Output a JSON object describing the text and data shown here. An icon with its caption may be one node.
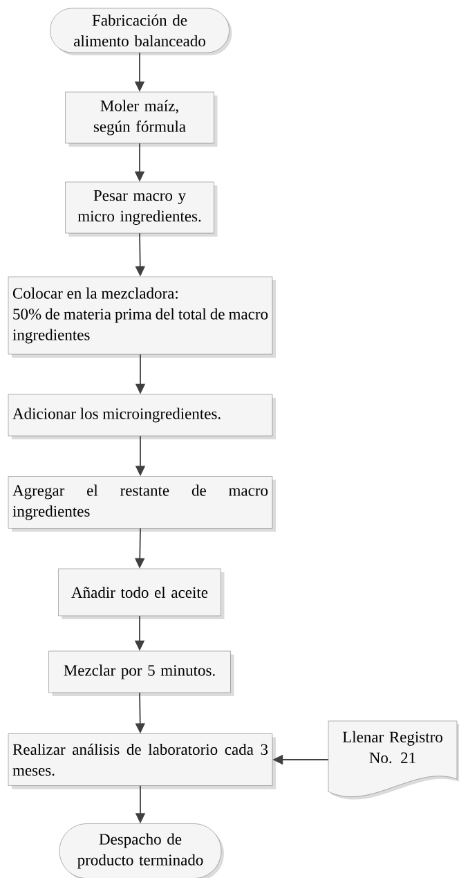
{
  "diagram": {
    "nodes": [
      {
        "text": [
          "Fabricación de alimento balanceado"
        ]
      },
      {
        "text": [
          "Moler maíz, según fórmula"
        ]
      },
      {
        "text": [
          "Pesar macro y micro ingredientes."
        ]
      },
      {
        "text": [
          "Colocar en la mezcladora:",
          "50% de materia prima del total de macro ingredientes"
        ]
      },
      {
        "text": [
          "Adicionar los microingredientes."
        ]
      },
      {
        "text": [
          "Agregar el restante de macro ingredientes"
        ]
      },
      {
        "text": [
          "Añadir todo el aceite"
        ]
      },
      {
        "text": [
          "Mezclar por 5 minutos."
        ]
      },
      {
        "text": [
          "Realizar análisis de laboratorio cada 3 meses."
        ]
      },
      {
        "text": [
          "Llenar Registro No. 21"
        ]
      },
      {
        "text": [
          "Despacho de producto terminado"
        ]
      }
    ],
    "edges": [
      {
        "from": 0,
        "to": 1,
        "arrow": "to"
      },
      {
        "from": 1,
        "to": 2,
        "arrow": "to"
      },
      {
        "from": 2,
        "to": 3,
        "arrow": "to"
      },
      {
        "from": 3,
        "to": 4,
        "arrow": "to"
      },
      {
        "from": 4,
        "to": 5,
        "arrow": "to"
      },
      {
        "from": 5,
        "to": 6,
        "arrow": "to"
      },
      {
        "from": 6,
        "to": 7,
        "arrow": "to"
      },
      {
        "from": 7,
        "to": 8,
        "arrow": "to"
      },
      {
        "from": 9,
        "to": 8,
        "arrow": "to"
      },
      {
        "from": 8,
        "to": 10,
        "arrow": "to"
      }
    ]
  }
}
